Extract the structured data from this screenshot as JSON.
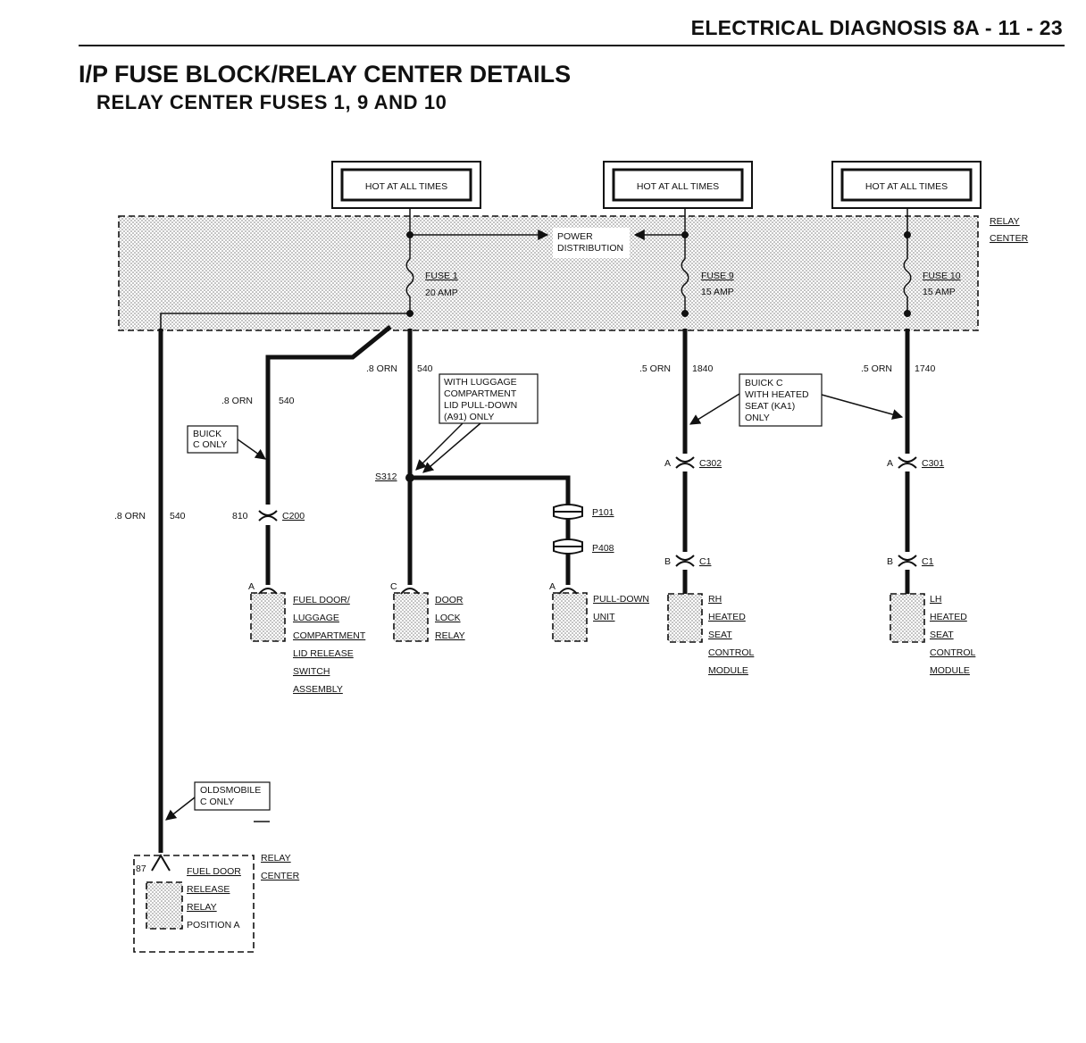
{
  "header": {
    "section": "ELECTRICAL DIAGNOSIS 8A - 11 - 23"
  },
  "title": "I/P FUSE BLOCK/RELAY CENTER DETAILS",
  "subtitle": "RELAY CENTER FUSES 1, 9 AND 10",
  "hot_labels": [
    "HOT AT ALL TIMES",
    "HOT AT ALL TIMES",
    "HOT AT ALL TIMES"
  ],
  "relay_center": {
    "line1": "RELAY",
    "line2": "CENTER"
  },
  "power_distribution": {
    "line1": "POWER",
    "line2": "DISTRIBUTION"
  },
  "fuses": [
    {
      "name": "FUSE 1",
      "rating": "20 AMP"
    },
    {
      "name": "FUSE 9",
      "rating": "15 AMP"
    },
    {
      "name": "FUSE 10",
      "rating": "15 AMP"
    }
  ],
  "wires": {
    "left_long": {
      "gauge": ".8 ORN",
      "circuit": "540"
    },
    "fuel_door": {
      "gauge": ".8 ORN",
      "circuit": "540"
    },
    "door_lock": {
      "gauge": ".8 ORN",
      "circuit": "540"
    },
    "fuse9": {
      "gauge": ".5 ORN",
      "circuit": "1840"
    },
    "fuse10": {
      "gauge": ".5 ORN",
      "circuit": "1740"
    }
  },
  "notes": {
    "buick_c_only": [
      "BUICK",
      "C ONLY"
    ],
    "luggage": [
      "WITH LUGGAGE",
      "COMPARTMENT",
      "LID PULL-DOWN",
      "(A91) ONLY"
    ],
    "heated_seat": [
      "BUICK C",
      "WITH HEATED",
      "SEAT (KA1)",
      "ONLY"
    ],
    "oldsmobile": [
      "OLDSMOBILE",
      "C ONLY"
    ]
  },
  "splice": "S312",
  "connectors": {
    "c200": {
      "pin": "810",
      "name": "C200"
    },
    "c302": {
      "pin": "A",
      "name": "C302"
    },
    "c301": {
      "pin": "A",
      "name": "C301"
    },
    "c1_rh": {
      "pin": "B",
      "name": "C1"
    },
    "c1_lh": {
      "pin": "B",
      "name": "C1"
    },
    "p101": "P101",
    "p408": "P408"
  },
  "components": {
    "fuel_door_switch": {
      "pin": "A",
      "lines": [
        "FUEL DOOR/",
        "LUGGAGE",
        "COMPARTMENT",
        "LID RELEASE",
        "SWITCH",
        "ASSEMBLY"
      ]
    },
    "door_lock_relay": {
      "pin": "C",
      "lines": [
        "DOOR",
        "LOCK",
        "RELAY"
      ]
    },
    "pull_down_unit": {
      "pin": "A",
      "lines": [
        "PULL-DOWN",
        "UNIT"
      ]
    },
    "rh_seat": {
      "lines": [
        "RH",
        "HEATED",
        "SEAT",
        "CONTROL",
        "MODULE"
      ]
    },
    "lh_seat": {
      "lines": [
        "LH",
        "HEATED",
        "SEAT",
        "CONTROL",
        "MODULE"
      ]
    },
    "fuel_door_relay": {
      "pin": "87",
      "lines": [
        "FUEL DOOR",
        "RELEASE",
        "RELAY",
        "POSITION A"
      ],
      "center": [
        "RELAY",
        "CENTER"
      ]
    }
  }
}
